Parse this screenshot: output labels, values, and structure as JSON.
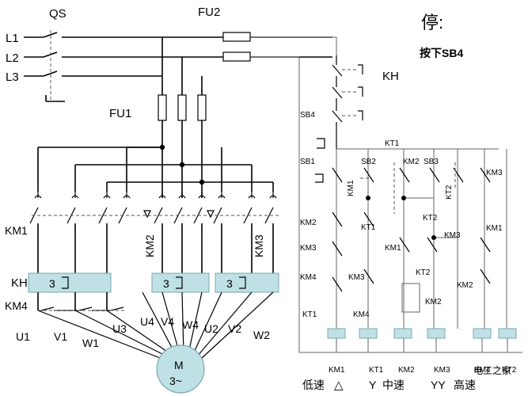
{
  "labels": {
    "qs": "QS",
    "fu2": "FU2",
    "fu1": "FU1",
    "l1": "L1",
    "l2": "L2",
    "l3": "L3",
    "km1_main": "KM1",
    "km2_main": "KM2",
    "km3_main": "KM3",
    "kh_main": "KH",
    "km4_main": "KM4",
    "kh_box_a": "3",
    "kh_box_b": "3",
    "kh_box_c": "3",
    "u1": "U1",
    "v1": "V1",
    "w1": "W1",
    "u3": "U3",
    "u4": "U4",
    "v4": "V4",
    "w4": "W4",
    "u2": "U2",
    "v2": "V2",
    "w2": "W2",
    "motor_m": "M",
    "motor_phase": "3~",
    "title_stop": "停:",
    "press_sb4": "按下SB4",
    "kh_ctrl": "KH",
    "sb4": "SB4",
    "kt1_top": "KT1",
    "sb1": "SB1",
    "sb2": "SB2",
    "km2_top": "KM2",
    "sb3": "SB3",
    "km3_top": "KM3",
    "km1_v": "KM1",
    "kt2_v": "KT2",
    "kt1_mid": "KT1",
    "kt2_mid": "KT2",
    "km2_left": "KM2",
    "km3_left": "KM3",
    "km4_left": "KM4",
    "km1_mid": "KM1",
    "km1_right": "KM1",
    "km3_mid": "KM3",
    "km3_b": "KM3",
    "kt2_low": "KT2",
    "km2_right": "KM2",
    "km2_low": "KM2",
    "kt1_left": "KT1",
    "km4_mid": "KM4",
    "coil_km1": "KM1",
    "coil_kt1": "KT1",
    "coil_km2": "KM2",
    "coil_km3": "KM3",
    "coil_km4": "KM4",
    "coil_kt2": "KT2",
    "low_speed": "低速",
    "delta": "△",
    "y_mark": "Y",
    "mid_speed": "中速",
    "yy": "YY",
    "high_speed": "高速",
    "watermark": "电工之家"
  }
}
